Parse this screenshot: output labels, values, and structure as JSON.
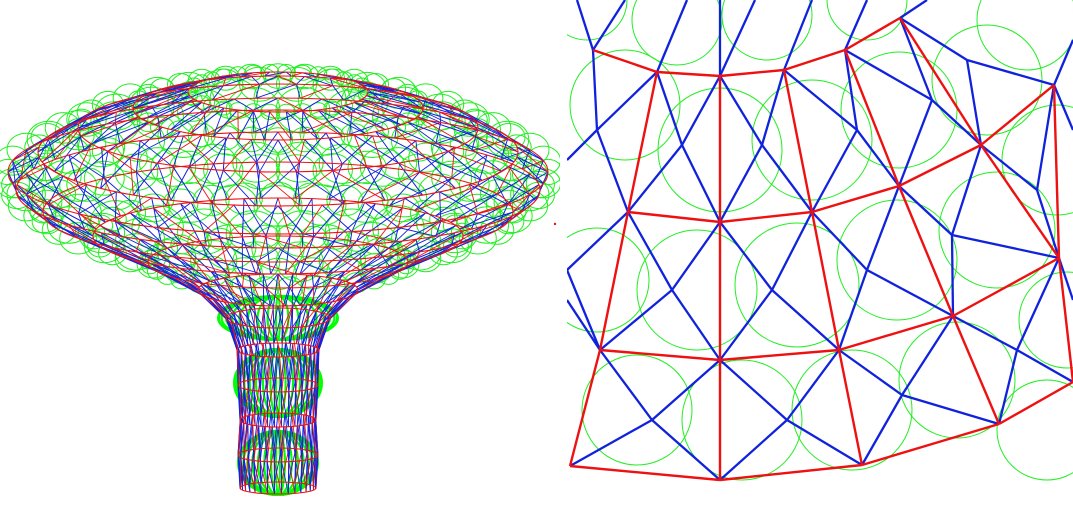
{
  "figure": {
    "panels": [
      {
        "id": "left",
        "view": "full-surface"
      },
      {
        "id": "right",
        "view": "zoomed-detail"
      }
    ],
    "colors": {
      "circle": "#22ee22",
      "circle_bold": "#00ff00",
      "edge_red": "#ee1111",
      "edge_blue": "#1122dd",
      "background": "#ffffff"
    }
  }
}
